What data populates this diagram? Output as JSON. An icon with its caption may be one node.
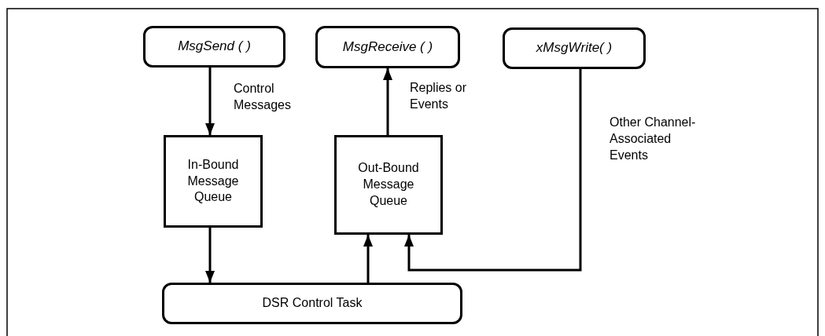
{
  "diagram": {
    "nodes": [
      {
        "text": [
          "MsgSend ( )"
        ]
      },
      {
        "text": [
          "MsgReceive ( )"
        ]
      },
      {
        "text": [
          "xMsgWrite( )"
        ]
      },
      {
        "text": [
          "In-Bound Message Queue"
        ]
      },
      {
        "text": [
          "Out-Bound Message Queue"
        ]
      },
      {
        "text": [
          "DSR Control Task"
        ]
      }
    ],
    "edges": [
      {
        "from": 0,
        "to": 3,
        "arrow": "to",
        "label": "Control Messages"
      },
      {
        "from": 4,
        "to": 1,
        "arrow": "to",
        "label": "Replies or Events"
      },
      {
        "from": 2,
        "to": 4,
        "arrow": "to",
        "label": "Other Channel-Associated Events"
      },
      {
        "from": 3,
        "to": 5,
        "arrow": "to"
      },
      {
        "from": 5,
        "to": 4,
        "arrow": "to"
      }
    ]
  }
}
